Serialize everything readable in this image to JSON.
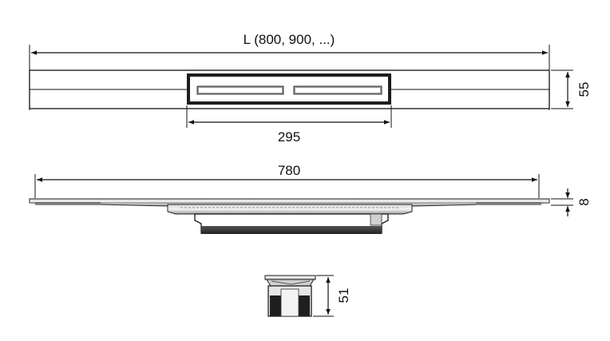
{
  "dimensions": {
    "top_length": "L (800, 900, ...)",
    "top_height": "55",
    "grate_width": "295",
    "side_length": "780",
    "side_thickness": "8",
    "body_height": "51"
  }
}
